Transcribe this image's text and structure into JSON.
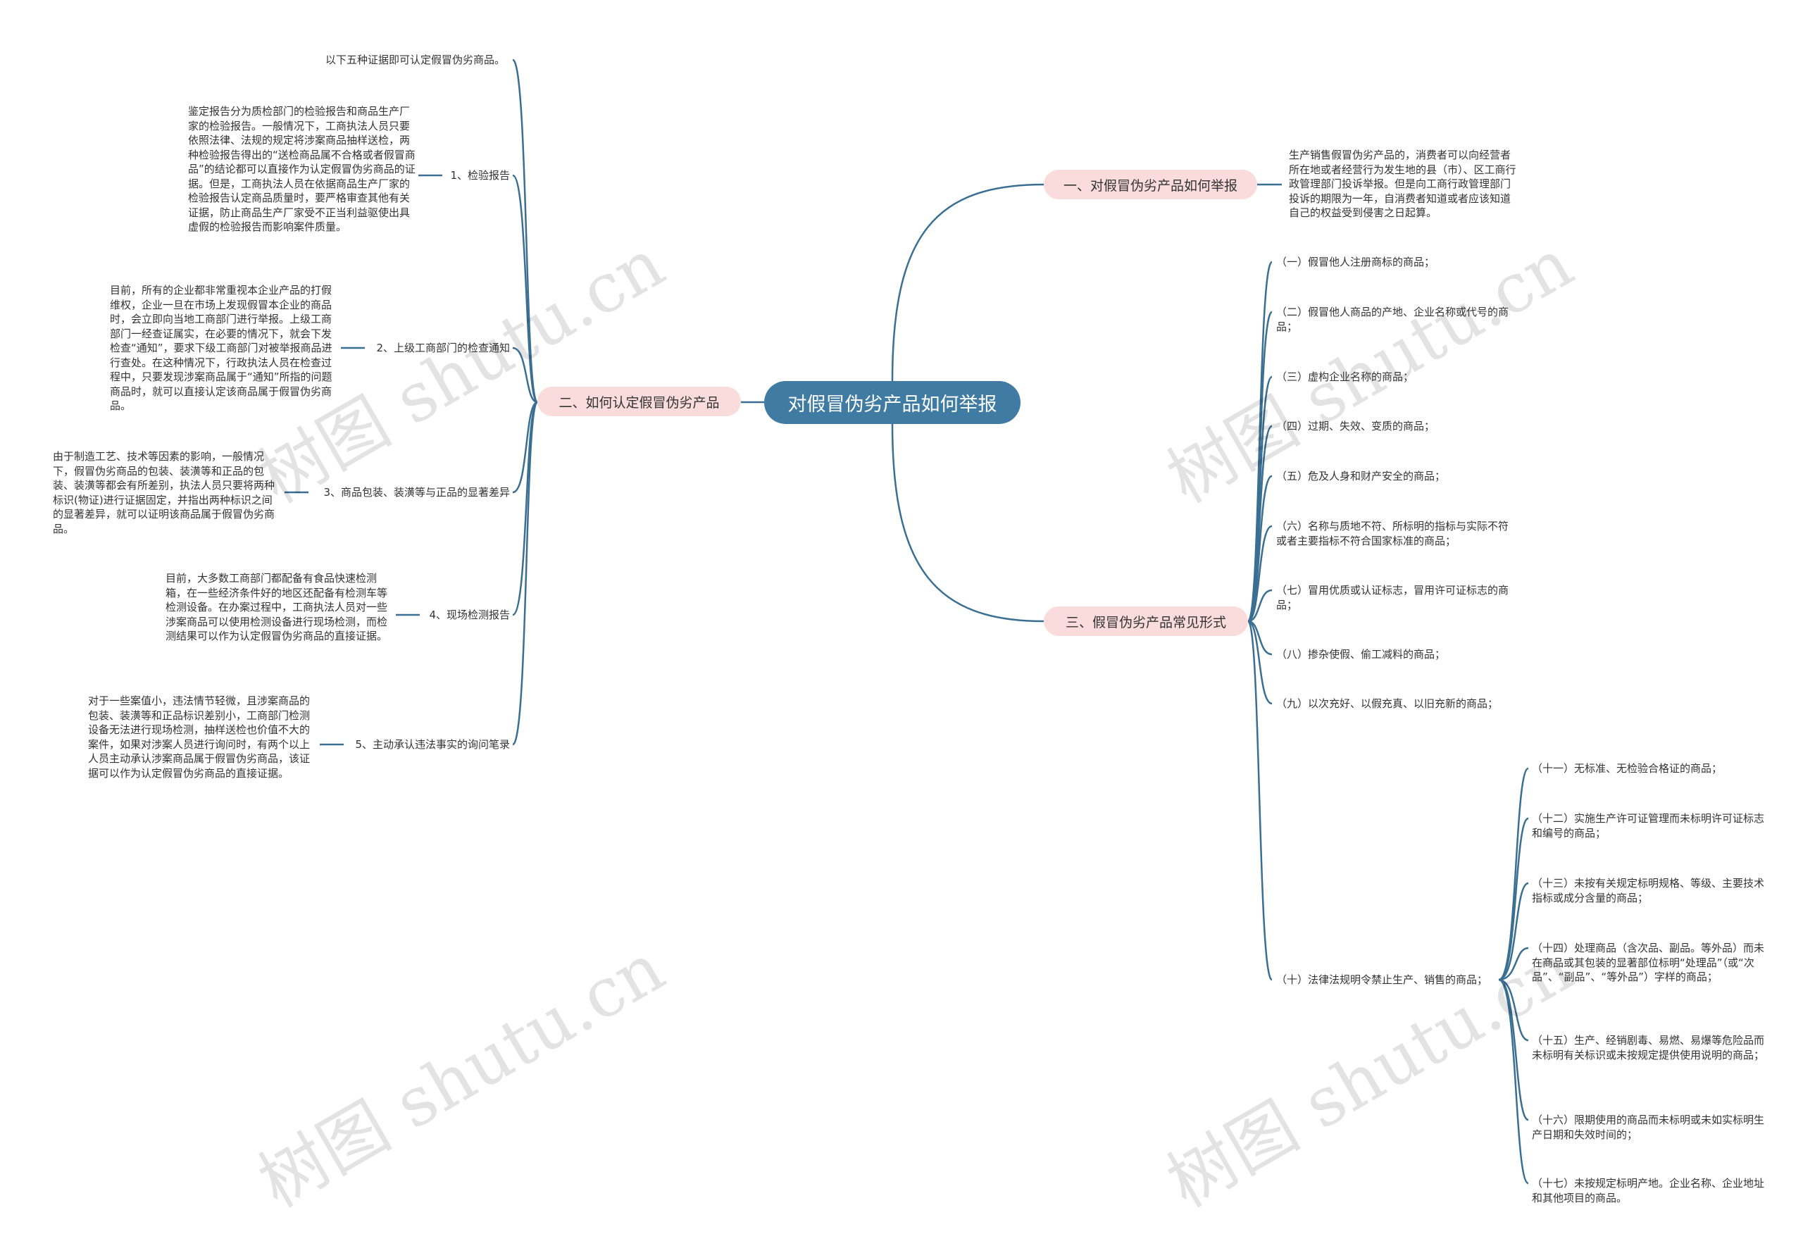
{
  "center": "对假冒伪劣产品如何举报",
  "branch1": {
    "label": "一、对假冒伪劣产品如何举报",
    "desc": "生产销售假冒伪劣产品的，消费者可以向经营者所在地或者经营行为发生地的县（市）、区工商行政管理部门投诉举报。但是向工商行政管理部门投诉的期限为一年，自消费者知道或者应该知道自己的权益受到侵害之日起算。"
  },
  "branch2": {
    "label": "二、如何认定假冒伪劣产品",
    "intro": "以下五种证据即可认定假冒伪劣商品。",
    "items": [
      {
        "label": "1、检验报告",
        "desc": "鉴定报告分为质检部门的检验报告和商品生产厂家的检验报告。一般情况下，工商执法人员只要依照法律、法规的规定将涉案商品抽样送检，两种检验报告得出的“送检商品属不合格或者假冒商品”的结论都可以直接作为认定假冒伪劣商品的证据。但是，工商执法人员在依据商品生产厂家的检验报告认定商品质量时，要严格审查其他有关证据，防止商品生产厂家受不正当利益驱使出具虚假的检验报告而影响案件质量。"
      },
      {
        "label": "2、上级工商部门的检查通知",
        "desc": "目前，所有的企业都非常重视本企业产品的打假维权，企业一旦在市场上发现假冒本企业的商品时，会立即向当地工商部门进行举报。上级工商部门一经查证属实，在必要的情况下，就会下发检查“通知”，要求下级工商部门对被举报商品进行查处。在这种情况下，行政执法人员在检查过程中，只要发现涉案商品属于“通知”所指的问题商品时，就可以直接认定该商品属于假冒伪劣商品。"
      },
      {
        "label": "3、商品包装、装潢等与正品的显著差异",
        "desc": "由于制造工艺、技术等因素的影响，一般情况下，假冒伪劣商品的包装、装潢等和正品的包装、装潢等都会有所差别，执法人员只要将两种标识(物证)进行证据固定，并指出两种标识之间的显著差异，就可以证明该商品属于假冒伪劣商品。"
      },
      {
        "label": "4、现场检测报告",
        "desc": "目前，大多数工商部门都配备有食品快速检测箱，在一些经济条件好的地区还配备有检测车等检测设备。在办案过程中，工商执法人员对一些涉案商品可以使用检测设备进行现场检测，而检测结果可以作为认定假冒伪劣商品的直接证据。"
      },
      {
        "label": "5、主动承认违法事实的询问笔录",
        "desc": "对于一些案值小，违法情节轻微，且涉案商品的包装、装潢等和正品标识差别小，工商部门检测设备无法进行现场检测，抽样送检也价值不大的案件，如果对涉案人员进行询问时，有两个以上人员主动承认涉案商品属于假冒伪劣商品，该证据可以作为认定假冒伪劣商品的直接证据。"
      }
    ]
  },
  "branch3": {
    "label": "三、假冒伪劣产品常见形式",
    "items": [
      "（一）假冒他人注册商标的商品；",
      "（二）假冒他人商品的产地、企业名称或代号的商品；",
      "（三）虚构企业名称的商品；",
      "（四）过期、失效、变质的商品；",
      "（五）危及人身和财产安全的商品；",
      "（六）名称与质地不符、所标明的指标与实际不符或者主要指标不符合国家标准的商品；",
      "（七）冒用优质或认证标志，冒用许可证标志的商品；",
      "（八）掺杂使假、偷工减料的商品；",
      "（九）以次充好、以假充真、以旧充新的商品；",
      "（十）法律法规明令禁止生产、销售的商品；"
    ],
    "sub_items": [
      "（十一）无标准、无检验合格证的商品；",
      "（十二）实施生产许可证管理而未标明许可证标志和编号的商品；",
      "（十三）未按有关规定标明规格、等级、主要技术指标或成分含量的商品；",
      "（十四）处理商品（含次品、副品。等外品）而未在商品或其包装的显著部位标明“处理品”（或“次品”、“副品”、“等外品”）字样的商品；",
      "（十五）生产、经销剧毒、易燃、易爆等危险品而未标明有关标识或未按规定提供使用说明的商品；",
      "（十六）限期使用的商品而未标明或未如实标明生产日期和失效时间的；",
      "（十七）未按规定标明产地。企业名称、企业地址和其他项目的商品。"
    ]
  },
  "watermark": "树图 shutu.cn",
  "colors": {
    "line": "#3a6f92",
    "center": "#3f7ba2",
    "branch": "#fadcdc"
  }
}
